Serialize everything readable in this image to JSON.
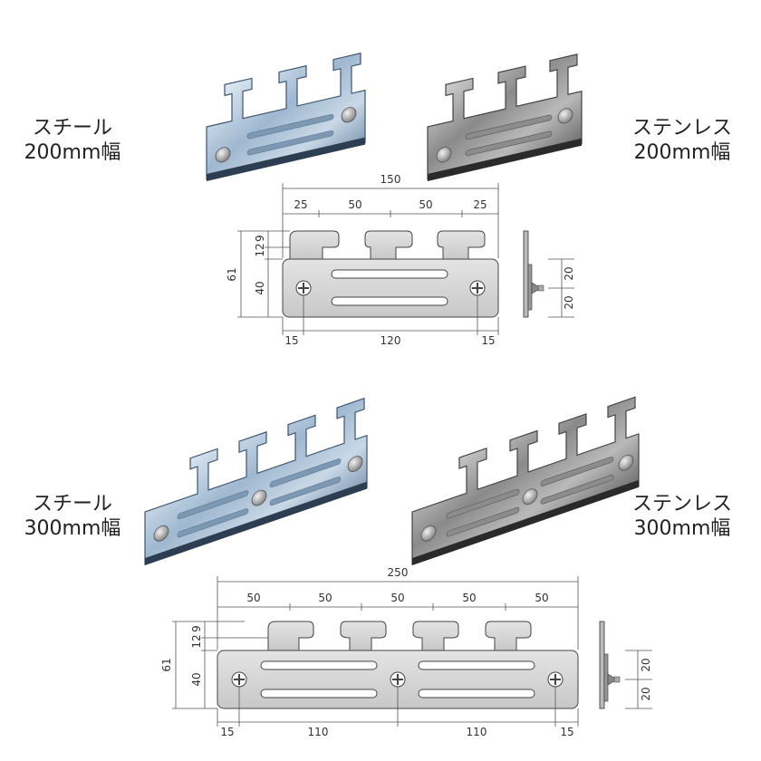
{
  "products": [
    {
      "material": "スチール",
      "width": "200mm幅"
    },
    {
      "material": "ステンレス",
      "width": "200mm幅"
    },
    {
      "material": "スチール",
      "width": "300mm幅"
    },
    {
      "material": "ステンレス",
      "width": "300mm幅"
    }
  ],
  "drawing_200": {
    "overall": "150",
    "spacing": [
      "25",
      "50",
      "50",
      "25"
    ],
    "height_total": "61",
    "height_parts": [
      "12",
      "9",
      "40"
    ],
    "bottom": [
      "15",
      "120",
      "15"
    ],
    "side": [
      "20",
      "20"
    ]
  },
  "drawing_300": {
    "overall": "250",
    "spacing": [
      "50",
      "50",
      "50",
      "50",
      "50"
    ],
    "height_total": "61",
    "height_parts": [
      "12",
      "9",
      "40"
    ],
    "bottom": [
      "15",
      "110",
      "110",
      "15"
    ],
    "side": [
      "20",
      "20"
    ]
  }
}
